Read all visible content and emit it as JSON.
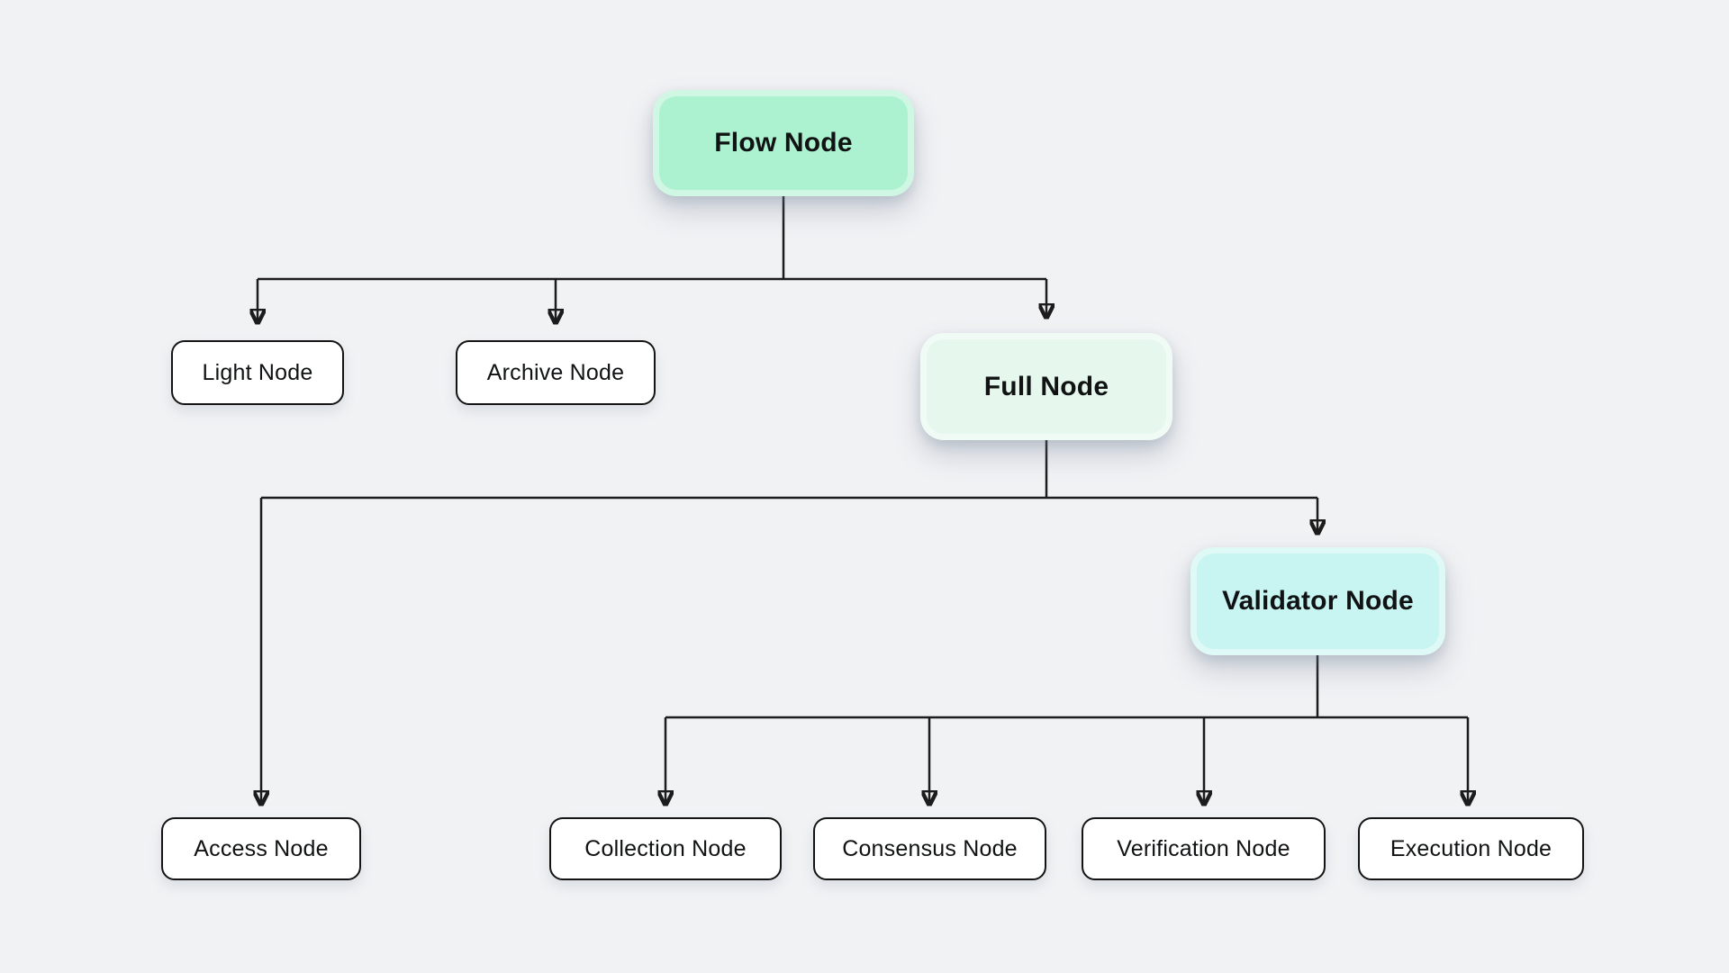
{
  "diagram": {
    "type": "tree",
    "colors": {
      "background": "#f1f2f4",
      "line": "#1c1c1c",
      "node_border": "#141414",
      "text": "#101213",
      "root_fill": "#adf2d0",
      "full_fill": "#e6f8ee",
      "validator_fill": "#c8f4f1",
      "leaf_fill": "#ffffff"
    },
    "edges": [
      [
        "flow",
        "light"
      ],
      [
        "flow",
        "archive"
      ],
      [
        "flow",
        "full"
      ],
      [
        "full",
        "access"
      ],
      [
        "full",
        "validator"
      ],
      [
        "validator",
        "collection"
      ],
      [
        "validator",
        "consensus"
      ],
      [
        "validator",
        "verification"
      ],
      [
        "validator",
        "execution"
      ]
    ]
  },
  "nodes": {
    "flow": {
      "label": "Flow Node",
      "fill": "#adf2d0"
    },
    "light": {
      "label": "Light Node",
      "fill": "#ffffff"
    },
    "archive": {
      "label": "Archive Node",
      "fill": "#ffffff"
    },
    "full": {
      "label": "Full Node",
      "fill": "#e6f8ee"
    },
    "access": {
      "label": "Access Node",
      "fill": "#ffffff"
    },
    "validator": {
      "label": "Validator Node",
      "fill": "#c8f4f1"
    },
    "collection": {
      "label": "Collection Node",
      "fill": "#ffffff"
    },
    "consensus": {
      "label": "Consensus Node",
      "fill": "#ffffff"
    },
    "verification": {
      "label": "Verification Node",
      "fill": "#ffffff"
    },
    "execution": {
      "label": "Execution Node",
      "fill": "#ffffff"
    }
  }
}
